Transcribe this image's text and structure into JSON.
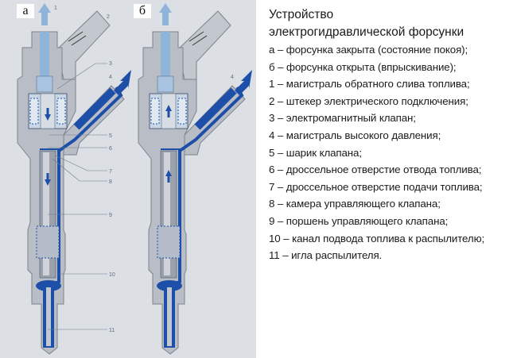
{
  "figure": {
    "panel_a_tag": "а",
    "panel_b_tag": "б",
    "callouts_a": [
      "1",
      "2",
      "3",
      "4",
      "5",
      "6",
      "7",
      "8",
      "9",
      "10",
      "11"
    ],
    "callouts_b": [
      "4"
    ],
    "colors": {
      "background": "#dcdfe4",
      "body": "#b9bec6",
      "fuel_high": "#1d4fa8",
      "fuel_return": "#8fb3d9"
    }
  },
  "legend": {
    "title_line1": "Устройство",
    "title_line2": "электрогидравлической форсунки",
    "items": [
      "а – форсунка закрыта (состояние покоя);",
      "б – форсунка открыта (впрыскивание);",
      "1 – магистраль обратного слива топлива;",
      "2 – штекер электрического подключения;",
      "3 – электромагнитный клапан;",
      "4 – магистраль высокого давления;",
      "5 – шарик клапана;",
      "6 – дроссельное отверстие отвода топлива;",
      "7 – дроссельное отверстие подачи топлива;",
      "8 – камера управляющего клапана;",
      "9 – поршень управляющего клапана;",
      "10 – канал подвода топлива к распылителю;",
      "11 – игла распылителя."
    ]
  }
}
